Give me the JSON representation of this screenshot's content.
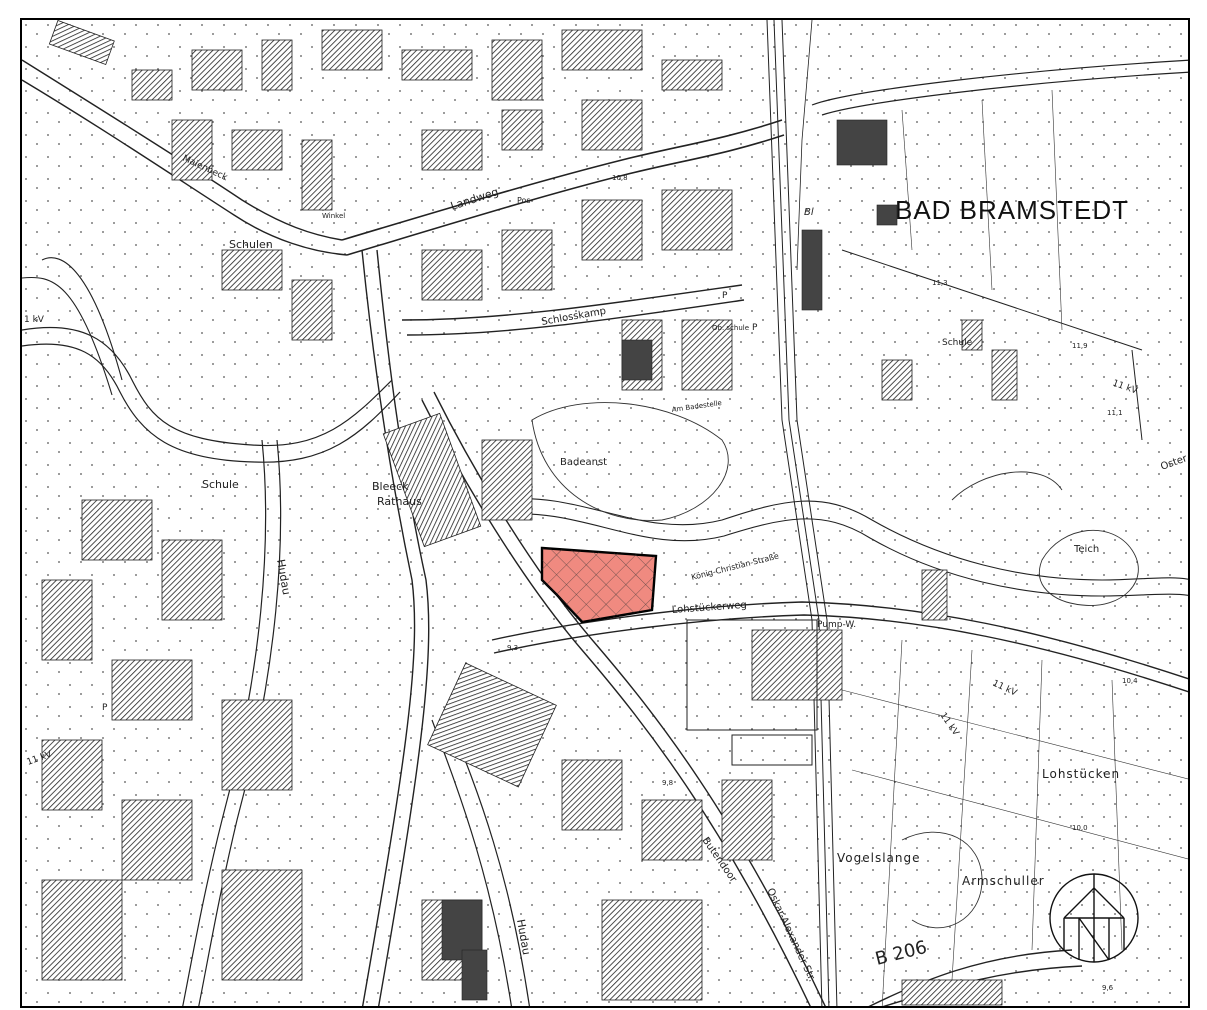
{
  "map": {
    "title": "BAD BRAMSTEDT",
    "labels": {
      "landweg": "Landweg",
      "schulen": "Schulen",
      "schlosskamp": "Schlosskamp",
      "bleeck": "Bleeck",
      "rathaus": "Rathaus",
      "badeanst": "Badeanst",
      "schule_left": "Schule",
      "schule_right": "Schule",
      "lohstueckerweg": "Lohstückerweg",
      "koenig_christian": "König-Christian-Straße",
      "hudau_top": "Hudau",
      "hudau_bottom": "Hudau",
      "teich": "Teich",
      "pump_w": "Pump-W.",
      "lohstuecken": "Lohstücken",
      "vogelslange": "Vogelslange",
      "armschuller": "Armschuller",
      "b206": "B 206",
      "butendoor": "Butendoor",
      "oskar_alexander": "Oskar-Alexander-Str.",
      "kv_left_1": "1 kV",
      "kv_left_2": "11 kV",
      "kv_right_1": "11 kV",
      "kv_right_2": "11 kV",
      "kv_right_3": "11 kV",
      "bl": "Bl",
      "p1": "P",
      "p2": "P",
      "p3": "P",
      "ob_schule": "Ob. schule",
      "am_badestelle": "Am Badestelle",
      "osten": "Oster",
      "maienbeek": "Maienbeck",
      "pos": "Pos",
      "winkel": "Winkel",
      "e_119": "11,9",
      "e_113": "11,3",
      "e_111": "11,1",
      "e_108": "10,8",
      "e_104": "10,4",
      "e_98": "9,8",
      "e_93": "9,3",
      "e_100": "10,0",
      "e_96": "9,6"
    },
    "highlight_color": "#f08a80",
    "line_color": "#222222"
  }
}
